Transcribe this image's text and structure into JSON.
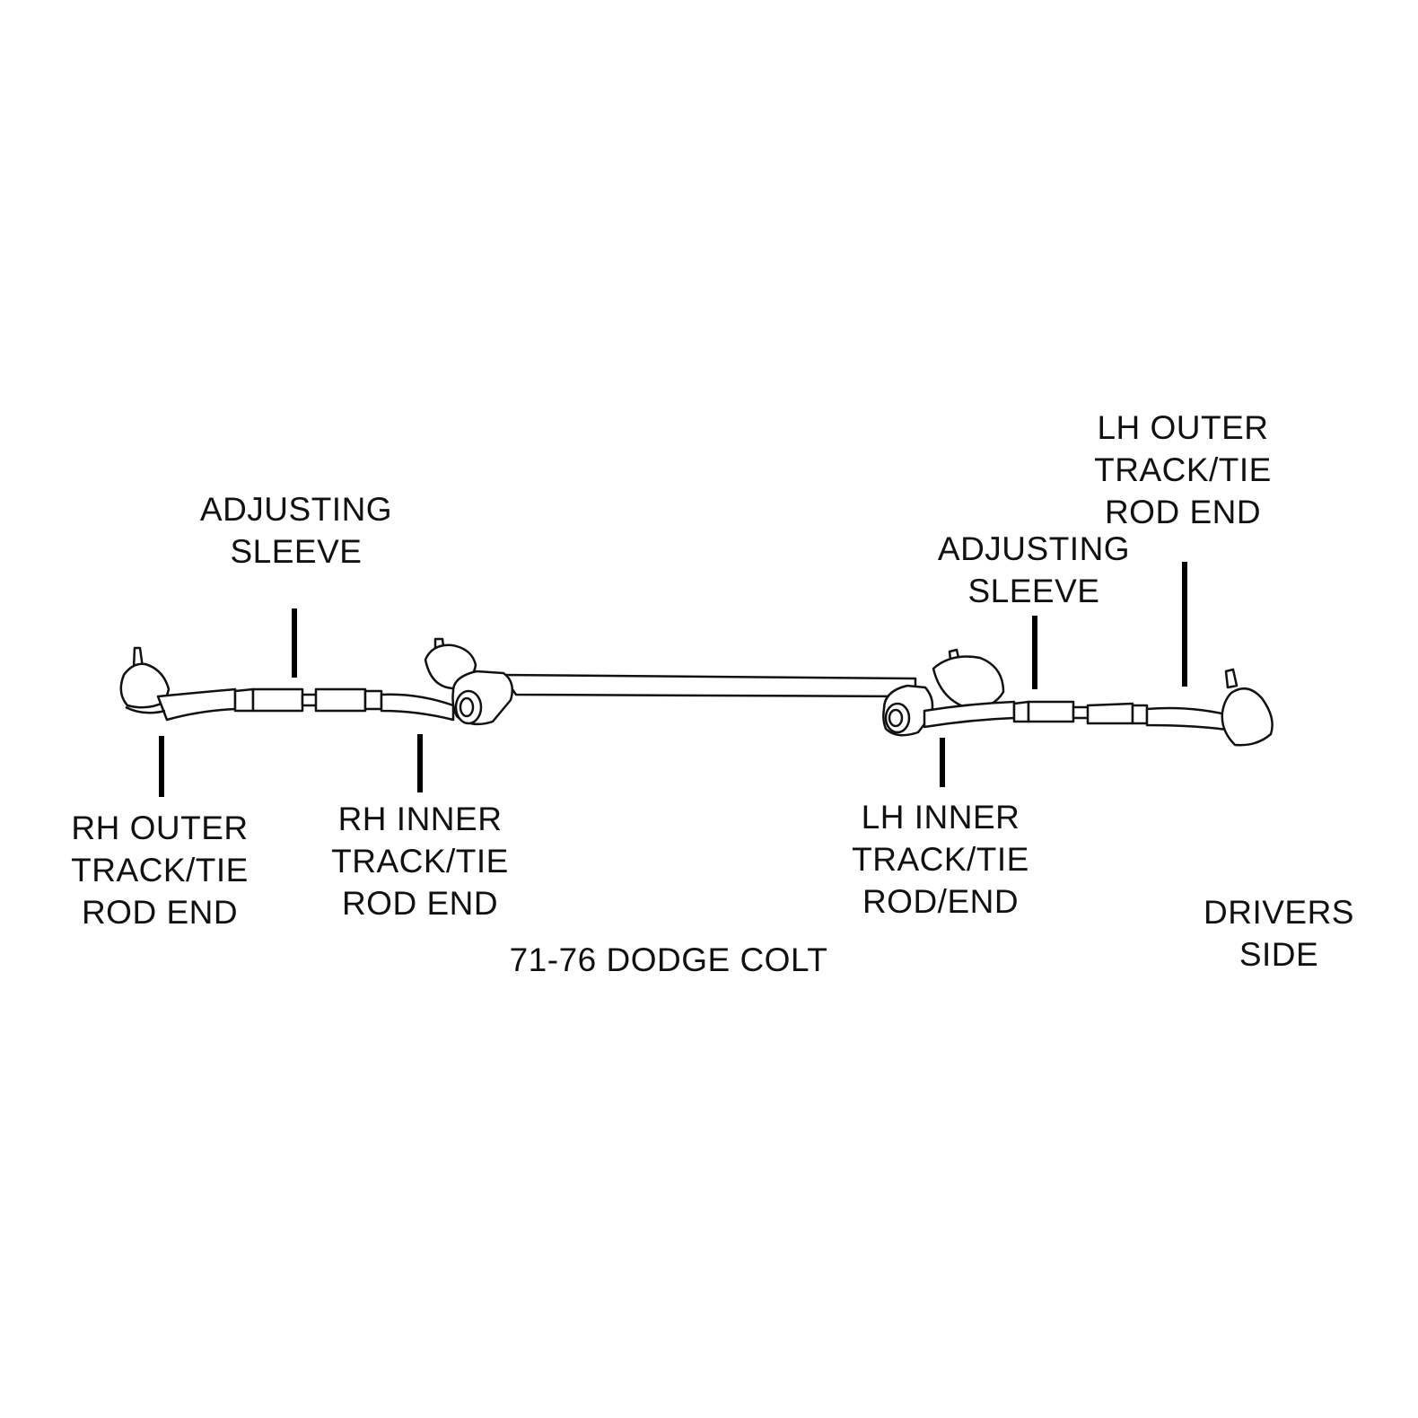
{
  "labels": {
    "rh_adjusting_sleeve": [
      "ADJUSTING",
      "SLEEVE"
    ],
    "lh_outer": [
      "LH OUTER",
      "TRACK/TIE",
      "ROD END"
    ],
    "lh_adjusting_sleeve": [
      "ADJUSTING",
      "SLEEVE"
    ],
    "rh_outer": [
      "RH OUTER",
      "TRACK/TIE",
      "ROD END"
    ],
    "rh_inner": [
      "RH INNER",
      "TRACK/TIE",
      "ROD END"
    ],
    "lh_inner": [
      "LH INNER",
      "TRACK/TIE",
      "ROD/END"
    ],
    "title": "71-76 DODGE COLT",
    "drivers_side": [
      "DRIVERS",
      "SIDE"
    ]
  }
}
